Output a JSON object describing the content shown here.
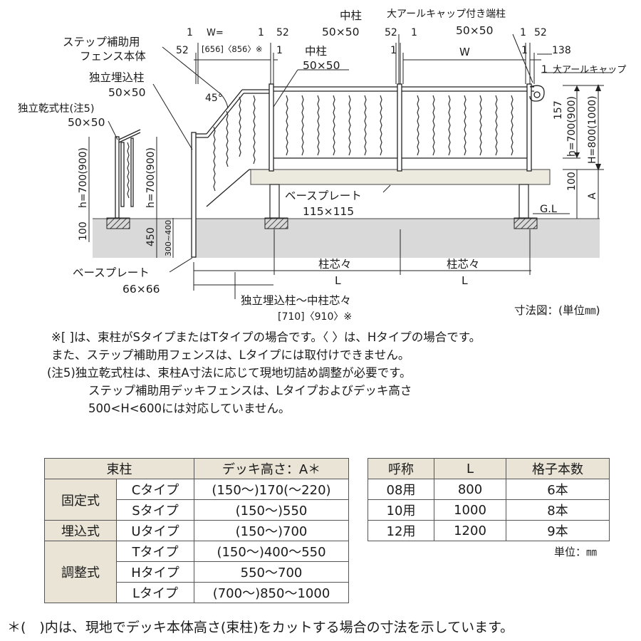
{
  "labels": {
    "step_fence": [
      "ステップ補助用",
      "フェンス本体"
    ],
    "indep_embed_post": [
      "独立埋込柱",
      "50×50"
    ],
    "indep_dry_post": [
      "独立乾式柱(注5)",
      "50×50"
    ],
    "mid_post_1": [
      "中柱",
      "50×50"
    ],
    "mid_post_2": [
      "中柱",
      "50×50"
    ],
    "end_post": [
      "大アールキャップ付き端柱",
      "50×50"
    ],
    "big_r_cap": "大アールキャップ",
    "base_plate_main": [
      "ベースプレート",
      "115×115"
    ],
    "base_plate_small": [
      "ベースプレート",
      "66×66"
    ],
    "gl": "G.L",
    "angle": "45°",
    "post_pitch_1": [
      "柱芯々",
      "L"
    ],
    "post_pitch_2": [
      "柱芯々",
      "L"
    ],
    "embed_to_mid": [
      "独立埋込柱～中柱芯々",
      "[710]〈910〉※"
    ],
    "unit_caption": "寸法図：(単位㎜)"
  },
  "dims": {
    "w_top": "W=",
    "w_values": "[656]〈856〉※",
    "w_right": "W",
    "d1": "1",
    "d52": "52",
    "d138": "138",
    "h700": "h=700(900)",
    "h800": "H=800(1000)",
    "d157": "157",
    "d100": "100",
    "a": "A",
    "d450": "450",
    "d300_400": "300~400"
  },
  "notes": [
    "※[ ]は、束柱がSタイプまたはTタイプの場合です。〈 〉は、Hタイプの場合です。",
    "また、ステップ補助用フェンスは、Lタイプには取付けできません。",
    "(注5)独立乾式柱は、束柱A寸法に応じて現地切詰め調整が必要です。",
    "ステップ補助用デッキフェンスは、Lタイプおよびデッキ高さ",
    "500<H<600には対応していません。"
  ],
  "table_left": {
    "headers": [
      "束柱",
      "デッキ高さ：A＊"
    ],
    "groups": [
      {
        "name": "固定式",
        "rows": [
          [
            "Cタイプ",
            "(150～)170(～220)"
          ],
          [
            "Sタイプ",
            "(150～)550"
          ]
        ]
      },
      {
        "name": "埋込式",
        "rows": [
          [
            "Uタイプ",
            "(150～)700"
          ]
        ]
      },
      {
        "name": "調整式",
        "rows": [
          [
            "Tタイプ",
            "(150～)400～550"
          ],
          [
            "Hタイプ",
            "550～700"
          ],
          [
            "Lタイプ",
            "(700～)850～1000"
          ]
        ]
      }
    ]
  },
  "table_right": {
    "headers": [
      "呼称",
      "L",
      "格子本数"
    ],
    "rows": [
      [
        "08用",
        "800",
        "6本"
      ],
      [
        "10用",
        "1000",
        "8本"
      ],
      [
        "12用",
        "1200",
        "9本"
      ]
    ]
  },
  "unit_table": "単位：㎜",
  "footer": "＊(　)内は、現地でデッキ本体高さ(束柱)をカットする場合の寸法を示しています。"
}
